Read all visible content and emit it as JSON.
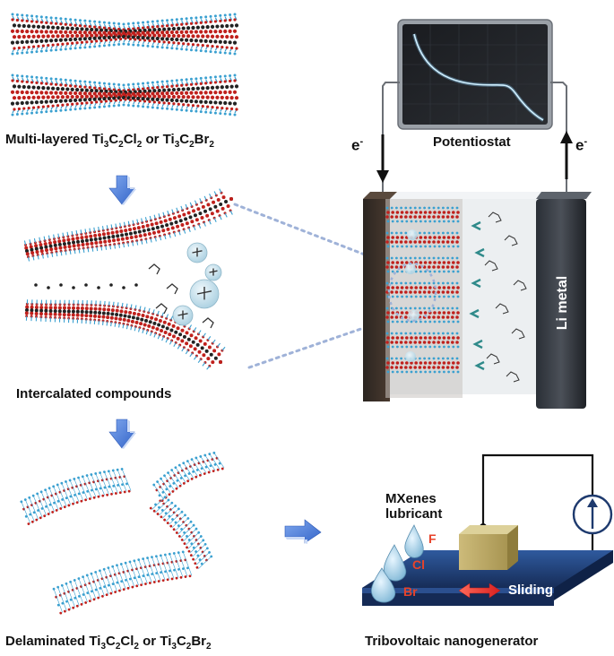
{
  "labels": {
    "multilayer": {
      "prefix": "Multi-layered ",
      "formula1": [
        "Ti",
        "3",
        "C",
        "2",
        "Cl",
        "2"
      ],
      "joiner": " or ",
      "formula2": [
        "Ti",
        "3",
        "C",
        "2",
        "Br",
        "2"
      ]
    },
    "intercalated": "Intercalated compounds",
    "delaminated": {
      "prefix": "Delaminated ",
      "formula1": [
        "Ti",
        "3",
        "C",
        "2",
        "Cl",
        "2"
      ],
      "joiner": " or ",
      "formula2": [
        "Ti",
        "3",
        "C",
        "2",
        "Br",
        "2"
      ]
    },
    "potentiostat": "Potentiostat",
    "electron_left": "e",
    "electron_right": "e",
    "electron_sup": "-",
    "li_metal": "Li metal",
    "mxenes_lubricant_1": "MXenes",
    "mxenes_lubricant_2": "lubricant",
    "halogen_f": "F",
    "halogen_cl": "Cl",
    "halogen_br": "Br",
    "sliding": "Sliding",
    "tribovoltaic": "Tribovoltaic nanogenerator"
  },
  "colors": {
    "atom_red": "#c0201c",
    "atom_blue": "#3aa0d0",
    "arrow_blue": "#4a7fdc",
    "monitor_bezel": "#8a8f96",
    "slab_blue": "#1f3f78",
    "halogen_red": "#e8432a",
    "sliding_arrow": "#e53030"
  },
  "icons": [
    "process-down-arrow-icon",
    "process-right-arrow-icon",
    "current-source-icon",
    "double-headed-arrow-icon"
  ]
}
